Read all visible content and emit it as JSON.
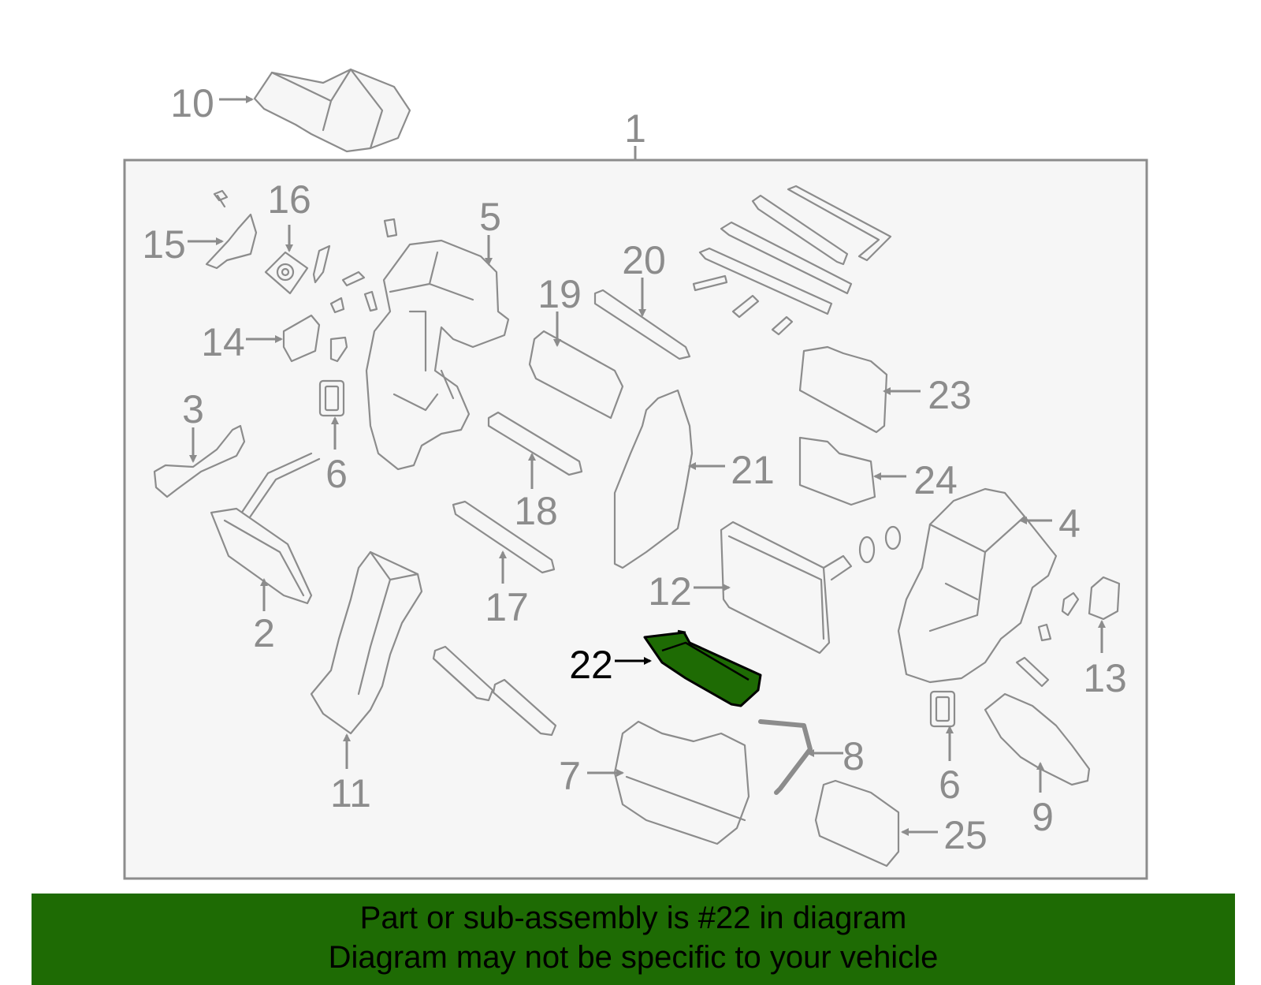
{
  "diagram": {
    "highlight_color": "#1e6b04",
    "highlighted_part": "22",
    "callouts": {
      "c1": "1",
      "c2": "2",
      "c3": "3",
      "c4": "4",
      "c5": "5",
      "c6a": "6",
      "c6b": "6",
      "c7": "7",
      "c8": "8",
      "c9": "9",
      "c10": "10",
      "c11": "11",
      "c12": "12",
      "c13": "13",
      "c14": "14",
      "c15": "15",
      "c16": "16",
      "c17": "17",
      "c18": "18",
      "c19": "19",
      "c20": "20",
      "c21": "21",
      "c22": "22",
      "c23": "23",
      "c24": "24",
      "c25": "25"
    }
  },
  "banner": {
    "line1": "Part or sub-assembly is #22 in diagram",
    "line2": "Diagram may not be specific to your vehicle",
    "background": "#1e6b04"
  }
}
